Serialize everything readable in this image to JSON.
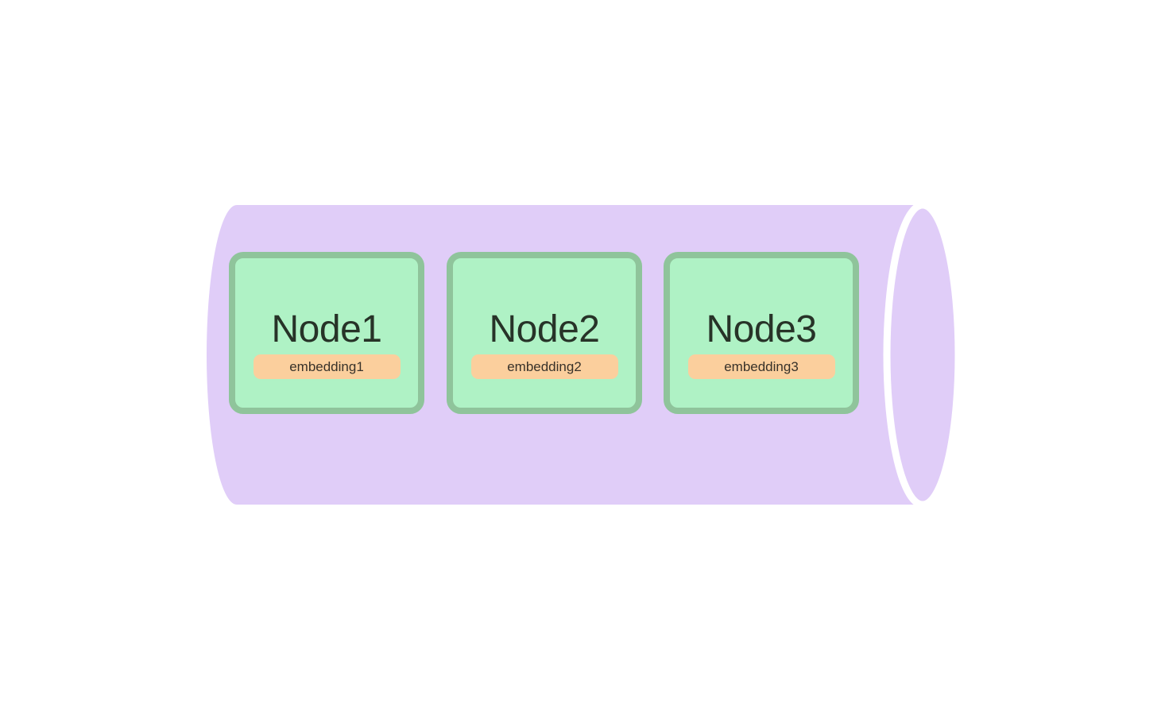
{
  "diagram": {
    "description": "horizontal-cylinder-vector-store-with-nodes",
    "nodes": [
      {
        "label": "Node1",
        "embedding": "embedding1"
      },
      {
        "label": "Node2",
        "embedding": "embedding2"
      },
      {
        "label": "Node3",
        "embedding": "embedding3"
      }
    ]
  },
  "styles": {
    "page_background": "#ffffff",
    "cylinder_fill": "#e0cdf8",
    "cap_separator_color": "#ffffff",
    "node_fill": "#aff2c5",
    "node_border_color": "#8fc49b",
    "node_label_color": "#273328",
    "embedding_fill": "#fbcf9d",
    "embedding_text_color": "#38322a"
  }
}
